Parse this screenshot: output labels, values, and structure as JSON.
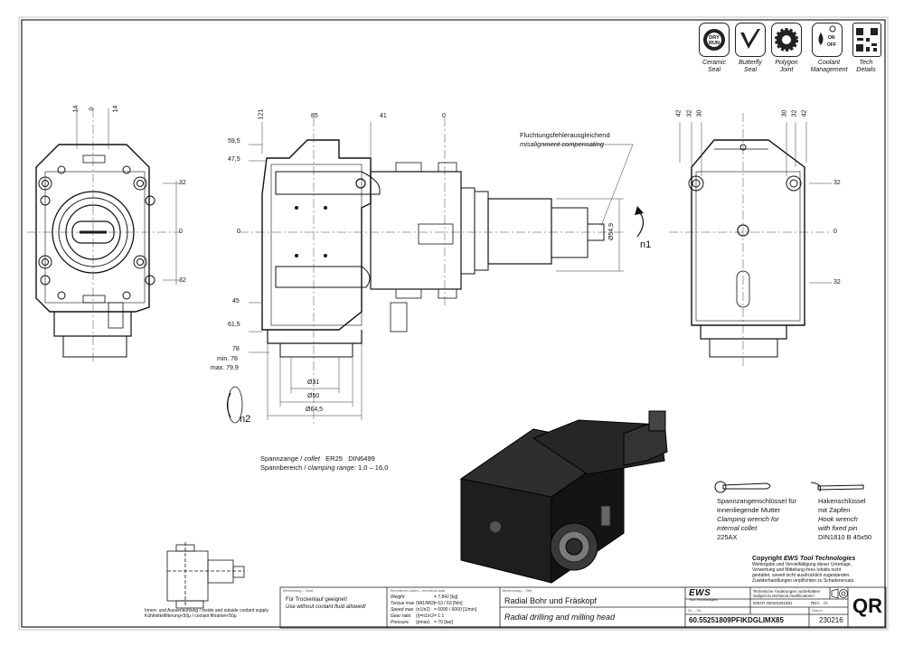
{
  "icons": [
    {
      "name": "ceramic-seal-icon",
      "label": "Ceramic Seal",
      "badge": "DRY RUN"
    },
    {
      "name": "butterfly-seal-icon",
      "label": "Butterfly Seal"
    },
    {
      "name": "polygon-joint-icon",
      "label": "Polygon Joint"
    },
    {
      "name": "coolant-management-icon",
      "label": "Coolant Management",
      "on": "ON",
      "off": "OFF"
    },
    {
      "name": "tech-details-qr-icon",
      "label": "Tech Details"
    }
  ],
  "icon_captions": {
    "c0a": "Ceramic",
    "c0b": "Seal",
    "c1a": "Butterfly",
    "c1b": "Seal",
    "c2a": "Polygon",
    "c2b": "Joint",
    "c3a": "Coolant",
    "c3b": "Management",
    "c4a": "Tech",
    "c4b": "Details"
  },
  "dims": {
    "left_top_14a": "14",
    "left_top_0": "0",
    "left_top_14b": "14",
    "left_side_32a": "32",
    "left_side_0": "0",
    "left_side_32b": "32",
    "mid_top_121": "121",
    "mid_top_85": "85",
    "mid_top_41": "41",
    "mid_top_0": "0",
    "mid_left_595": "59,5",
    "mid_left_475": "47,5",
    "mid_left_0": "0",
    "mid_left_45": "45",
    "mid_left_615": "61,5",
    "mid_left_78a": "78",
    "mid_left_min": "min. 78",
    "mid_left_max": "max. 79,9",
    "d31": "Ø31",
    "d50": "Ø50",
    "d645": "Ø64,5",
    "d549": "Ø54,9",
    "n1": "n1",
    "n2": "n2",
    "right_top_42a": "42",
    "right_top_32a": "32",
    "right_top_30a": "30",
    "right_top_30b": "30",
    "right_top_32b": "32",
    "right_top_42b": "42",
    "right_side_32a": "32",
    "right_side_0": "0",
    "right_side_32b": "32"
  },
  "callout": {
    "de": "Fluchtungsfehlerausgleichend",
    "en": "misalignment compensating"
  },
  "collet": {
    "line1_de": "Spannzange /",
    "line1_en": "collet",
    "line1_val": "ER25",
    "line1_norm": "DIN6499",
    "line2_de": "Spannbereich /",
    "line2_en": "clamping range:",
    "line2_val": "1,0 – 16,0"
  },
  "wrenches": {
    "w1_de1": "Spannzangenschlüssel für",
    "w1_de2": "innenliegende Mutter",
    "w1_en1": "Clamping wrench for",
    "w1_en2": "internal collet",
    "w1_code": "225AX",
    "w2_de1": "Hakenschlüssel",
    "w2_de2": "mit Zapfen",
    "w2_en1": "Hook wrench",
    "w2_en2": "with fixed pin",
    "w2_code": "DIN1810 B 45x50"
  },
  "coolant_note": {
    "line1": "Innen- und Aussenkühlung / inside and outside coolant supply",
    "line2": "Kühlmittelfilterung<50μ / coolant filtration<50μ"
  },
  "copyright": {
    "title_prefix": "Copyright ",
    "title_brand": "EWS",
    "title_suffix": " Tool Technologies",
    "l1": "Weitergabe und Vervielfältigung dieser Unterlage,",
    "l2": "Verwertung und Mitteilung ihres Inhalts nicht",
    "l3": "gestattet, soweit nicht ausdrücklich zugestanden.",
    "l4": "Zuwiderhandlungen verpflichten zu Schadenersatz."
  },
  "title_block": {
    "remark_label": "Bemerkung – Note",
    "remark_de": "Für Trockenlauf geeignet!",
    "remark_en": "Use without coolant fluid allowed!",
    "tech_label": "Technische Daten – technical data",
    "rows": [
      {
        "de": "Weight",
        "sym": "",
        "val": "= 7,842 [kg]"
      },
      {
        "de": "Torque max",
        "sym": "(Mt1/Mt2)",
        "val": "= 63 / 63 [Nm]"
      },
      {
        "de": "Speed max",
        "sym": "(n1/n2)",
        "val": "= 6000 / 6000 [1/min]"
      },
      {
        "de": "Gear ratio",
        "sym": "(i)=n1/n2",
        "val": "= 1:1"
      },
      {
        "de": "Pressure",
        "sym": "(pmax)",
        "val": "= 70 [bar]"
      }
    ],
    "name_label": "Benennung – Title",
    "title_de": "Radial Bohr und Fräskopf",
    "title_en": "Radial drilling and milling head",
    "logo": "EWS",
    "logo_sub": "Tool Technologies",
    "mod_de": "Technische Änderungen vorbehalten!",
    "mod_en": "Subject to technical modifications!",
    "ident_label": "IDENT",
    "ident": "DEWS251881",
    "rev_label": "REV.",
    "rev": "-/A",
    "nr_label": "Nr. – No.",
    "part_no": "60.55251809PFIKDGLIMX85",
    "date_label": "Datum",
    "date": "230216",
    "qr": "QR"
  }
}
